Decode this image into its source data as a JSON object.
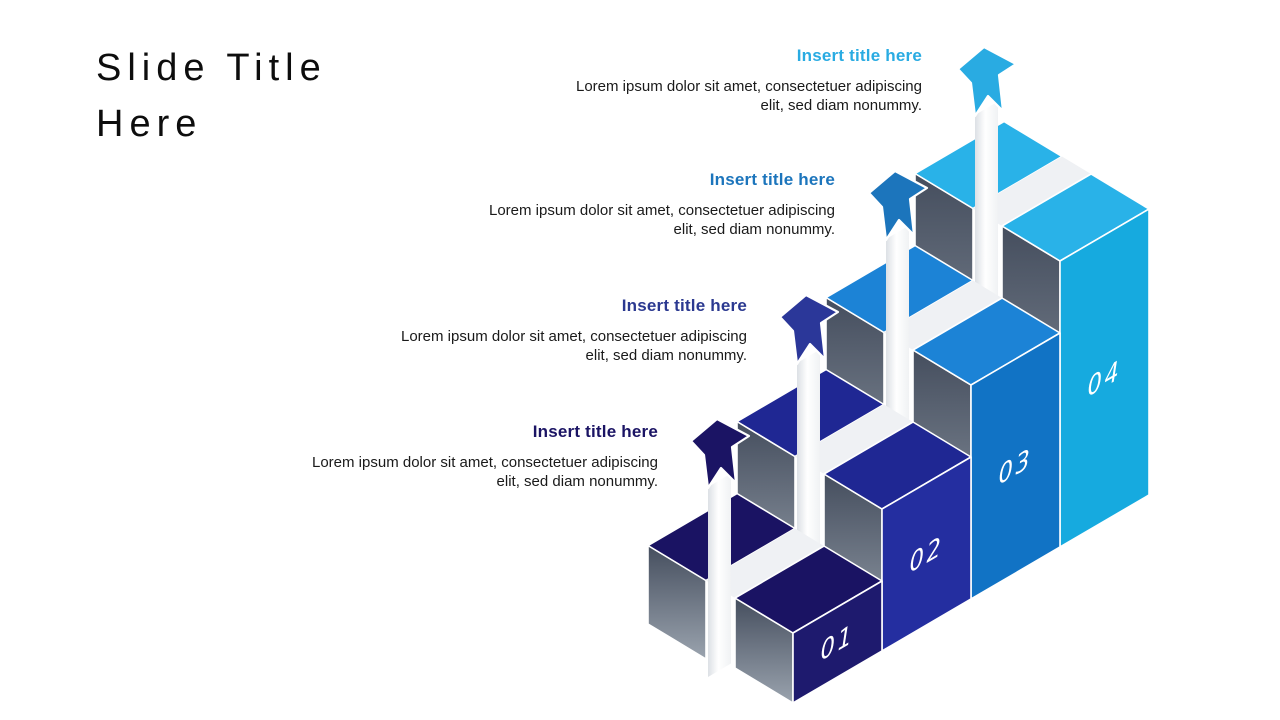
{
  "slide": {
    "title_line1": "Slide Title",
    "title_line2": "Here"
  },
  "callouts": [
    {
      "step": "04",
      "title": "Insert title here",
      "body_line1": "Lorem ipsum dolor sit amet, consectetuer adipiscing",
      "body_line2": "elit, sed diam nonummy.",
      "title_color": "#29ABE2"
    },
    {
      "step": "03",
      "title": "Insert title here",
      "body_line1": "Lorem ipsum dolor sit amet, consectetuer adipiscing",
      "body_line2": "elit, sed diam nonummy.",
      "title_color": "#1C75BC"
    },
    {
      "step": "02",
      "title": "Insert title here",
      "body_line1": "Lorem ipsum dolor sit amet, consectetuer adipiscing",
      "body_line2": "elit, sed diam nonummy.",
      "title_color": "#2B3990"
    },
    {
      "step": "01",
      "title": "Insert title here",
      "body_line1": "Lorem ipsum dolor sit amet, consectetuer adipiscing",
      "body_line2": "elit, sed diam nonummy.",
      "title_color": "#1B1464"
    }
  ],
  "diagram": {
    "steps": [
      {
        "number": "01",
        "top_color": "#1A1363",
        "side_color": "#1E1A6E",
        "arrow_color": "#1B1464"
      },
      {
        "number": "02",
        "top_color": "#1F2793",
        "side_color": "#242EA0",
        "arrow_color": "#2B3799"
      },
      {
        "number": "03",
        "top_color": "#1C83D6",
        "side_color": "#1173C5",
        "arrow_color": "#1C75BC"
      },
      {
        "number": "04",
        "top_color": "#29B2E8",
        "side_color": "#16AADF",
        "arrow_color": "#29ABE2"
      }
    ],
    "gray_gradient_top": "#454E5E",
    "gray_gradient_bottom": "#9AA3AE",
    "slot_color": "#EFF1F4",
    "ribbon_color": "#FFFFFF",
    "number_color": "#FFFFFF"
  }
}
